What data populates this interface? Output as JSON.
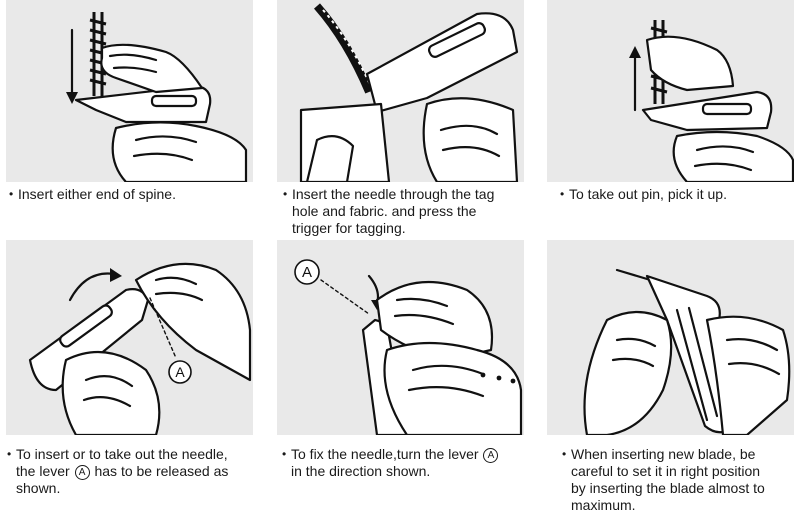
{
  "panels": [
    {
      "caption_lines": [
        "Insert either end of spine."
      ]
    },
    {
      "caption_lines": [
        "Insert the needle through the tag",
        "hole and fabric. and press the",
        "trigger for tagging."
      ]
    },
    {
      "caption_lines": [
        "To take out pin, pick it up."
      ]
    },
    {
      "caption_pre": "To insert or to take out the needle,",
      "caption_mid_a": "the lever",
      "caption_mid_b": "has to be released as",
      "caption_post": "shown."
    },
    {
      "caption_pre": "To fix the needle,turn the lever",
      "caption_post": "in the direction shown."
    },
    {
      "caption_lines": [
        "When inserting new blade, be",
        "careful to set it in right position",
        "by inserting the blade almost to",
        "maximum."
      ]
    }
  ],
  "labels": {
    "lever": "A"
  },
  "bullet": "•"
}
